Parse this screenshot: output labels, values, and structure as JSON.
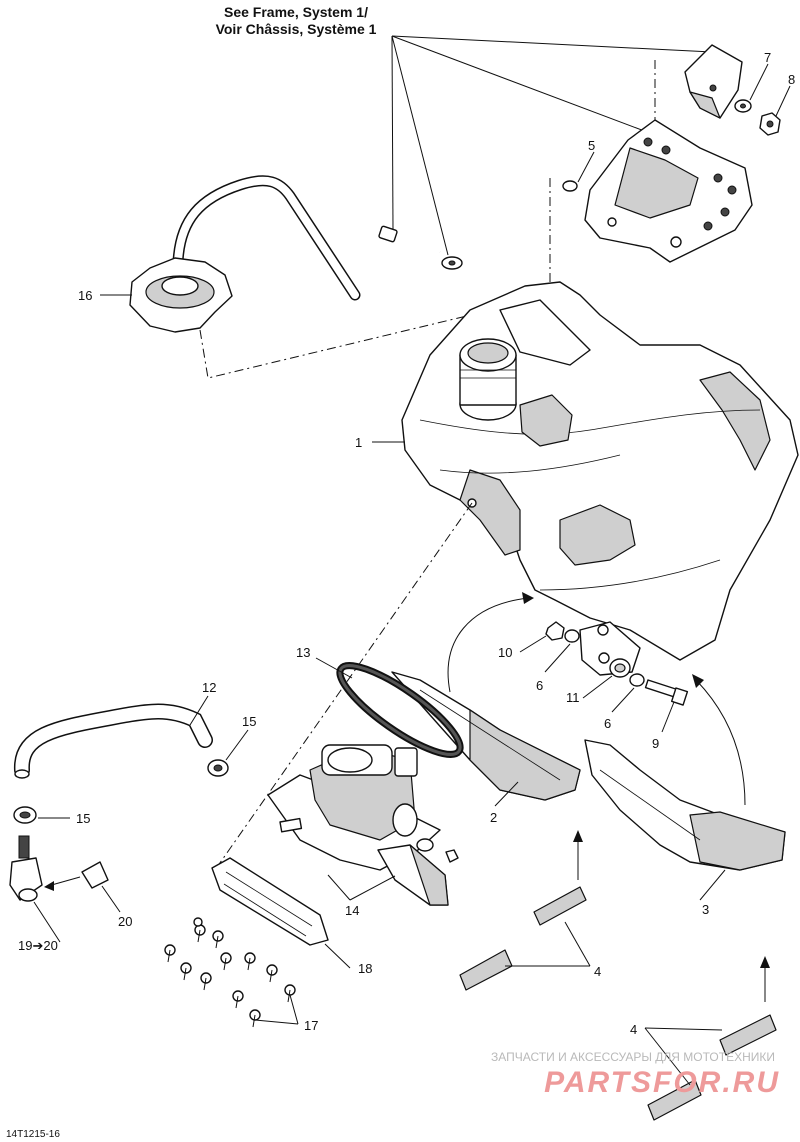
{
  "header": {
    "line1": "See Frame, System 1/",
    "line2": "Voir Châssis, Système 1"
  },
  "callouts": {
    "c1": "1",
    "c2": "2",
    "c3": "3",
    "c4a": "4",
    "c4b": "4",
    "c5": "5",
    "c6a": "6",
    "c6b": "6",
    "c7": "7",
    "c8": "8",
    "c9": "9",
    "c10": "10",
    "c11": "11",
    "c12": "12",
    "c13": "13",
    "c14": "14",
    "c15a": "15",
    "c15b": "15",
    "c16": "16",
    "c17": "17",
    "c18": "18",
    "c19_20": "19➔20",
    "c20": "20"
  },
  "figure_id": "14T1215-16",
  "watermark": {
    "line1": "ЗАПЧАСТИ И АКСЕССУАРЫ ДЛЯ МОТОТЕХНИКИ",
    "line2": "PARTSFOR.RU"
  },
  "colors": {
    "watermark_red": "#ee9a9a",
    "watermark_grey": "#b9b9b9",
    "ink": "#111111"
  }
}
